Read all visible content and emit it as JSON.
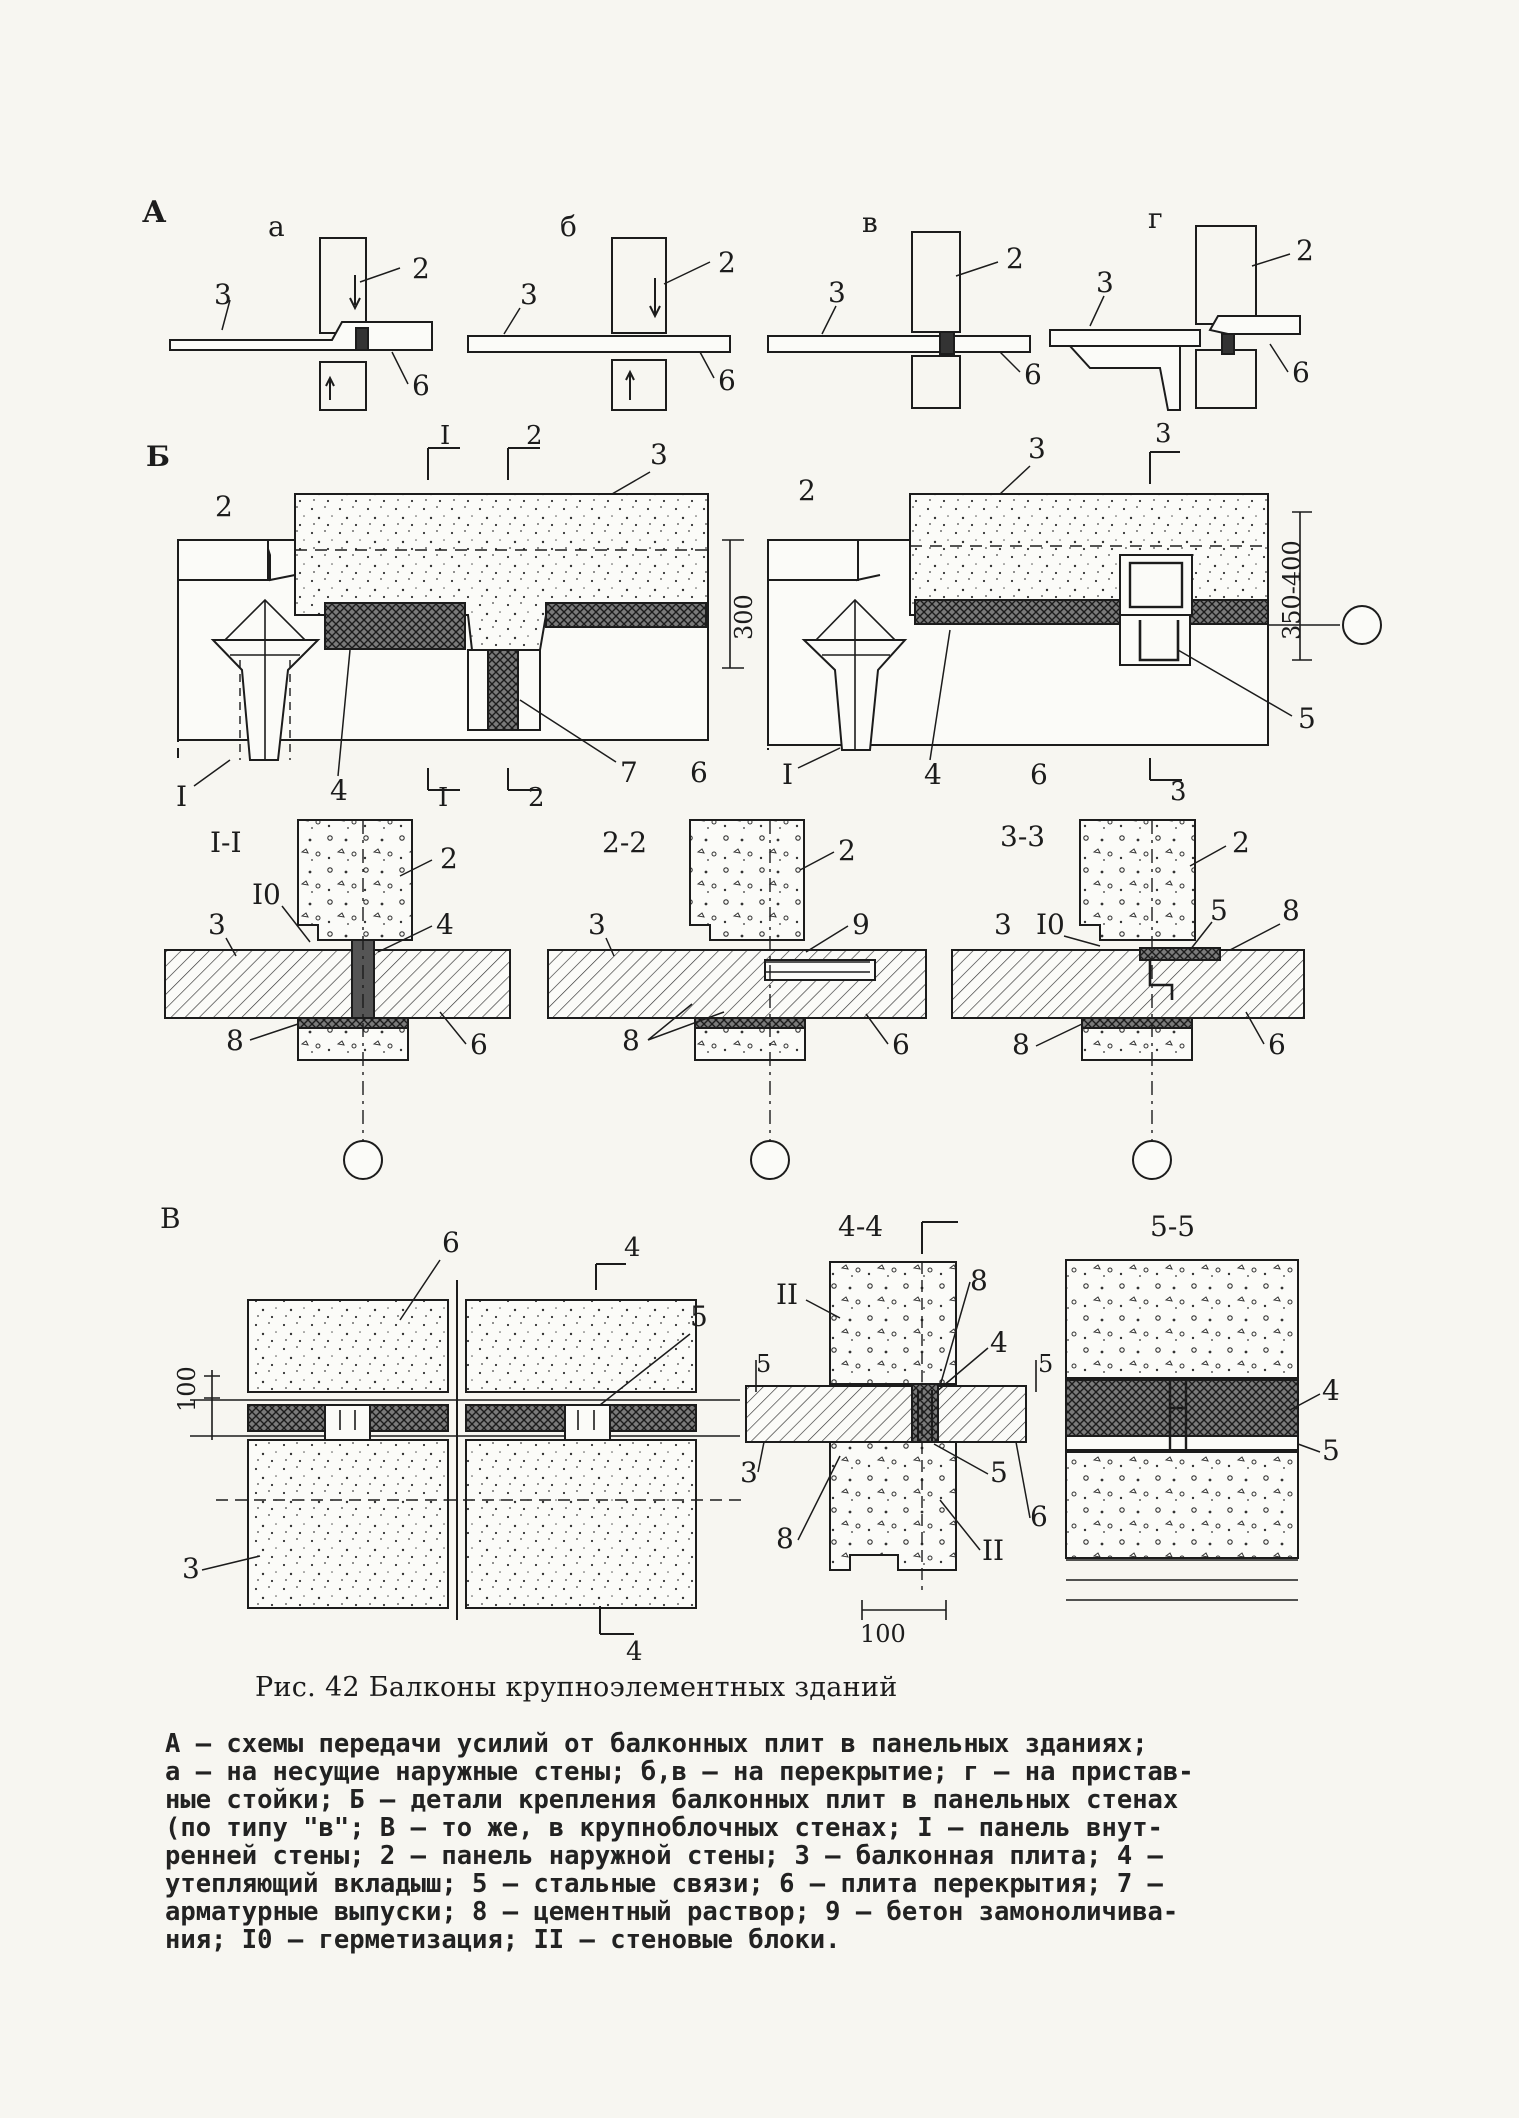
{
  "section_labels": {
    "a": "А",
    "b": "Б",
    "v": "В"
  },
  "scheme_labels": [
    "а",
    "б",
    "в",
    "г"
  ],
  "section_titles": [
    "I-I",
    "2-2",
    "3-3",
    "4-4",
    "5-5"
  ],
  "dims": {
    "d300": "300",
    "d350_400": "350-400",
    "d100a": "100",
    "d100b": "100"
  },
  "cut_marks": {
    "I": "I",
    "n2": "2",
    "n3": "3",
    "n4": "4",
    "n5": "5"
  },
  "callouts": {
    "n2": "2",
    "n3": "3",
    "n4": "4",
    "n5": "5",
    "n6": "6",
    "n7": "7",
    "n8": "8",
    "n9": "9",
    "n10": "I0",
    "n11": "II",
    "nI": "I"
  },
  "caption": "Рис. 42  Балконы крупноэлементных зданий",
  "legend": "А – схемы передачи усилий от балконных плит в панельных зданиях;\nа – на несущие наружные стены; б,в – на перекрытие; г – на пристав-\nные стойки; Б – детали крепления балконных плит в панельных стенах\n(по типу \"в\"; В – то же, в крупноблочных стенах; I – панель внут-\nренней стены; 2 – панель наружной стены; 3 – балконная плита; 4 –\nутепляющий вкладыш; 5 – стальные связи; 6 – плита перекрытия; 7 –\nарматурные выпуски; 8 – цементный раствор; 9 – бетон замоноличива-\nния; I0 – герметизация; II – стеновые блоки."
}
